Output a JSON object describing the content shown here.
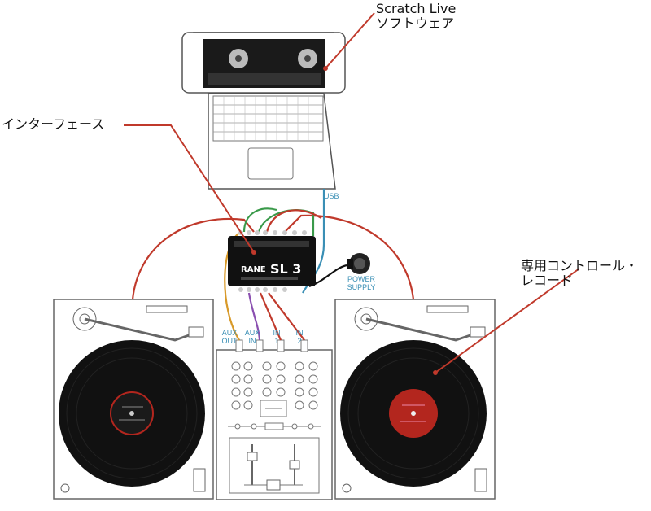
{
  "callouts": {
    "software_line1": "Scratch Live",
    "software_line2": "ソフトウェア",
    "interface": "インターフェース",
    "record_line1": "専用コントロール・",
    "record_line2": "レコード"
  },
  "port_labels": {
    "usb": "USB",
    "power_line1": "POWER",
    "power_line2": "SUPPLY",
    "aux_out_line1": "AUX",
    "aux_out_line2": "OUT",
    "aux_in_line1": "AUX",
    "aux_in_line2": "IN",
    "in1_line1": "IN",
    "in1_line2": "1",
    "in2_line1": "IN",
    "in2_line2": "2"
  },
  "device": {
    "brand": "RANE",
    "model": "SL 3"
  },
  "colors": {
    "callout_line": "#c0392b",
    "cable_red": "#c0392b",
    "cable_green": "#3a9a4a",
    "cable_orange": "#d89a2a",
    "cable_purple": "#8a4fb0",
    "cable_usb": "#3a8fb5",
    "vinyl": "#111111",
    "label_red": "#b3261e"
  }
}
